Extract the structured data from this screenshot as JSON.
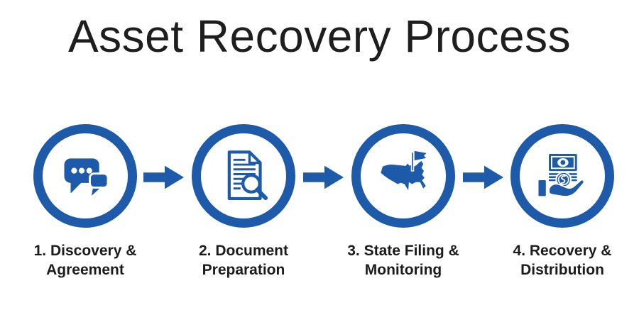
{
  "title": "Asset Recovery Process",
  "colors": {
    "accent": "#1d5aa9",
    "text_dark": "#1e1e1e"
  },
  "steps": [
    {
      "id": 1,
      "label": "1. Discovery &\nAgreement",
      "icon": "chat-bubbles-icon"
    },
    {
      "id": 2,
      "label": "2. Document\nPreparation",
      "icon": "document-search-icon"
    },
    {
      "id": 3,
      "label": "3. State Filing &\nMonitoring",
      "icon": "us-map-flag-icon"
    },
    {
      "id": 4,
      "label": "4. Recovery &\nDistribution",
      "icon": "money-hand-icon"
    }
  ],
  "connectors": [
    {
      "icon": "arrow-right-icon"
    },
    {
      "icon": "arrow-right-icon"
    },
    {
      "icon": "arrow-right-icon"
    }
  ]
}
